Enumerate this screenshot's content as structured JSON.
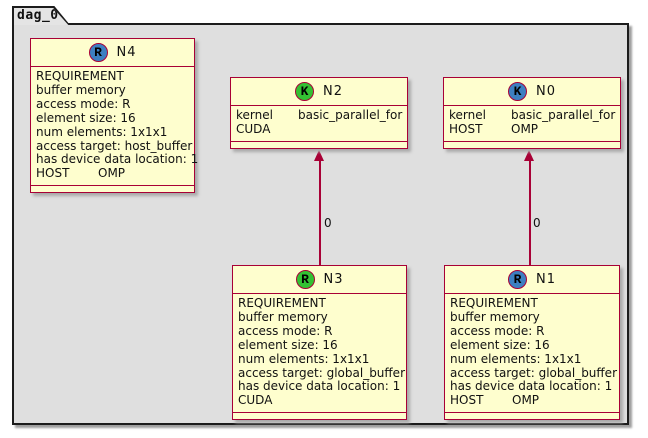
{
  "frame": {
    "title": "dag_0"
  },
  "colors": {
    "node_border": "#A80036",
    "node_fill": "#FEFECE",
    "icon_blue": "#3D7FC1",
    "icon_green": "#33C133",
    "edge": "#A80036",
    "frame_fill": "#DFDFDF"
  },
  "nodes": {
    "n4": {
      "name": "N4",
      "icon_letter": "R",
      "lines": [
        "REQUIREMENT",
        "buffer memory",
        "access mode: R",
        "element size: 16",
        "num elements: 1x1x1",
        "access target: host_buffer",
        "has device data location: 1"
      ],
      "last_row": [
        "HOST",
        "OMP"
      ]
    },
    "n2": {
      "name": "N2",
      "icon_letter": "K",
      "rows": [
        [
          "kernel",
          "basic_parallel_for"
        ],
        [
          "CUDA"
        ]
      ]
    },
    "n0": {
      "name": "N0",
      "icon_letter": "K",
      "rows": [
        [
          "kernel",
          "basic_parallel_for"
        ],
        [
          "HOST",
          "OMP"
        ]
      ]
    },
    "n3": {
      "name": "N3",
      "icon_letter": "R",
      "lines": [
        "REQUIREMENT",
        "buffer memory",
        "access mode: R",
        "element size: 16",
        "num elements: 1x1x1",
        "access target: global_buffer",
        "has device data location: 1"
      ],
      "last_row": [
        "CUDA"
      ]
    },
    "n1": {
      "name": "N1",
      "icon_letter": "R",
      "lines": [
        "REQUIREMENT",
        "buffer memory",
        "access mode: R",
        "element size: 16",
        "num elements: 1x1x1",
        "access target: global_buffer",
        "has device data location: 1"
      ],
      "last_row": [
        "HOST",
        "OMP"
      ]
    }
  },
  "edges": [
    {
      "label": "0"
    },
    {
      "label": "0"
    }
  ]
}
